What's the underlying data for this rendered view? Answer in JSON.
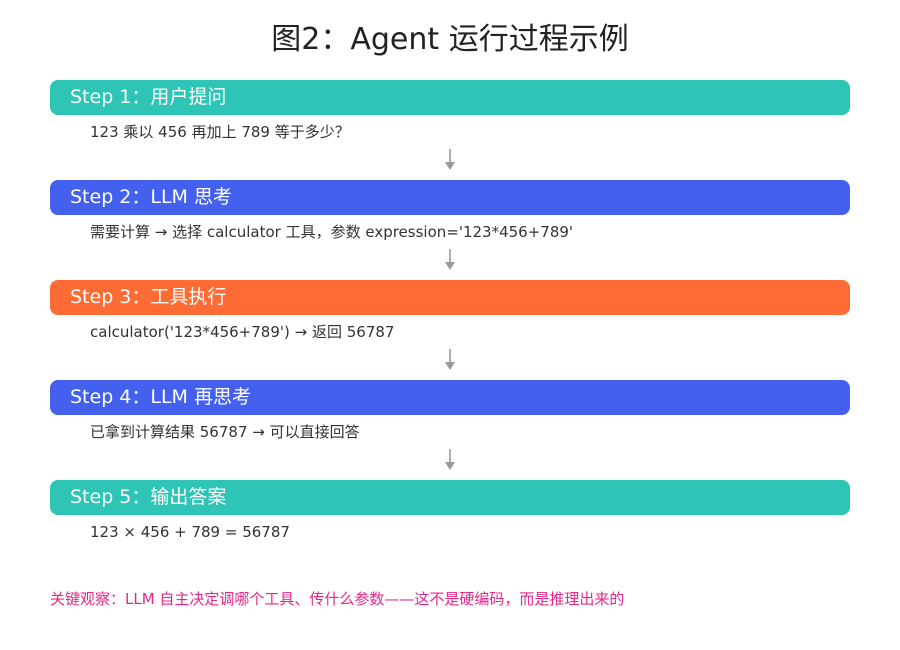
{
  "title": "图2：Agent 运行过程示例",
  "colors": {
    "teal": "#2ec4b6",
    "blue": "#4361ee",
    "orange": "#ff6b35",
    "note": "#e6278a",
    "arrow": "#999999"
  },
  "steps": [
    {
      "label": "Step 1：用户提问",
      "description": "123 乘以 456 再加上 789 等于多少？",
      "color": "#2ec4b6"
    },
    {
      "label": "Step 2：LLM 思考",
      "description": "需要计算 → 选择 calculator 工具，参数 expression='123*456+789'",
      "color": "#4361ee"
    },
    {
      "label": "Step 3：工具执行",
      "description": "calculator('123*456+789') → 返回 56787",
      "color": "#ff6b35"
    },
    {
      "label": "Step 4：LLM 再思考",
      "description": "已拿到计算结果 56787 → 可以直接回答",
      "color": "#4361ee"
    },
    {
      "label": "Step 5：输出答案",
      "description": "123 × 456 + 789 = 56787",
      "color": "#2ec4b6"
    }
  ],
  "note": "关键观察：LLM 自主决定调哪个工具、传什么参数——这不是硬编码，而是推理出来的"
}
